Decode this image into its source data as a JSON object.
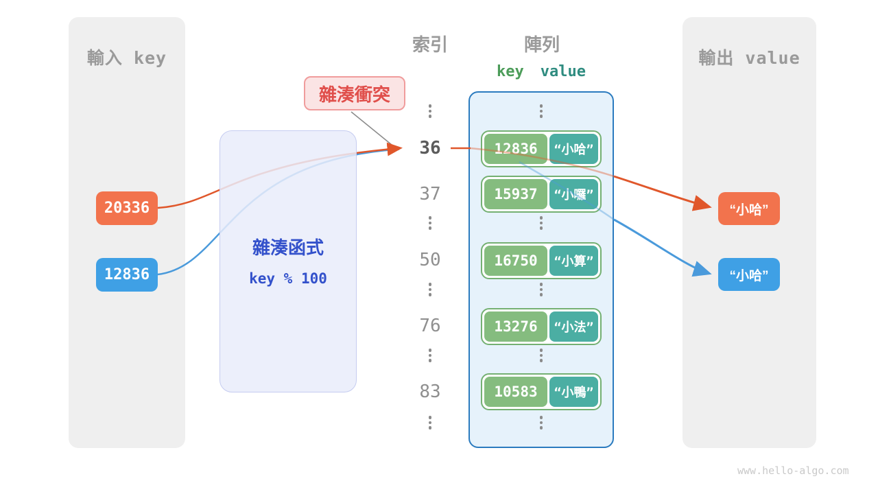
{
  "colors": {
    "orange": "#F2734D",
    "blue": "#3FA0E5",
    "line_orange": "#E0572B",
    "line_blue": "#4A9ADB",
    "key_cell_green": "#85BC7F",
    "value_cell_teal": "#4BAEA3",
    "row_border_green": "#74B072",
    "array_border_blue": "#2B7BBF",
    "array_bg": "#E4F1FB",
    "hash_bg": "#E9ECFA",
    "hash_text_blue": "#3351CB",
    "badge_bg": "#FBE4E4",
    "badge_border": "#F09C9C",
    "badge_text_red": "#E04F4B",
    "panel_gray": "#EFEFEF",
    "heading_gray": "#9A9A9A",
    "key_header_green": "#4C9C59",
    "value_header_teal": "#2F8C80"
  },
  "input_panel": {
    "title": "輸入 key",
    "keys": [
      {
        "value": "20336",
        "color": "orange"
      },
      {
        "value": "12836",
        "color": "blue"
      }
    ]
  },
  "hash_box": {
    "title": "雜湊函式",
    "formula": "key % 100"
  },
  "collision_badge": {
    "label": "雜湊衝突"
  },
  "index_column": {
    "title": "索引",
    "labels": [
      "36",
      "37",
      "50",
      "76",
      "83"
    ],
    "highlighted": "36"
  },
  "array_panel": {
    "title": "陣列",
    "key_header": "key",
    "value_header": "value",
    "rows": [
      {
        "key": "12836",
        "value": "“小哈”"
      },
      {
        "key": "15937",
        "value": "“小囉”"
      },
      {
        "key": "16750",
        "value": "“小算”"
      },
      {
        "key": "13276",
        "value": "“小法”"
      },
      {
        "key": "10583",
        "value": "“小鴨”"
      }
    ]
  },
  "output_panel": {
    "title": "輸出 value",
    "values": [
      {
        "text": "“小哈”",
        "color": "orange"
      },
      {
        "text": "“小哈”",
        "color": "blue"
      }
    ]
  },
  "footer": {
    "website": "www.hello-algo.com"
  }
}
